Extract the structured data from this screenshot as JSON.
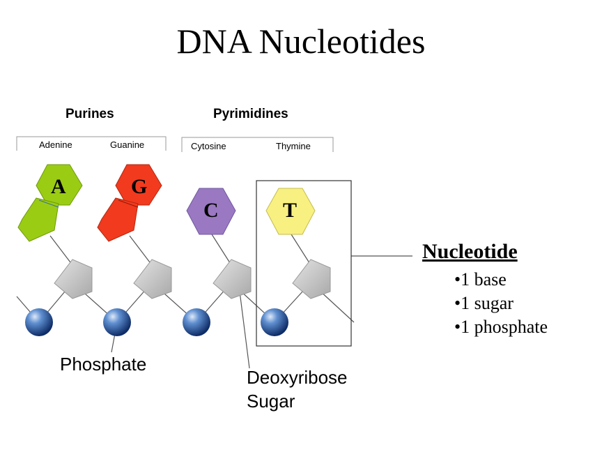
{
  "title": "DNA Nucleotides",
  "groups": [
    {
      "label": "Purines",
      "bases": [
        "Adenine",
        "Guanine"
      ]
    },
    {
      "label": "Pyrimidines",
      "bases": [
        "Cytosine",
        "Thymine"
      ]
    }
  ],
  "bases": [
    {
      "letter": "A",
      "color": "#9acc14"
    },
    {
      "letter": "G",
      "color": "#f23a1e"
    },
    {
      "letter": "C",
      "color": "#9a78c2"
    },
    {
      "letter": "T",
      "color": "#f8f080"
    }
  ],
  "sugar_color": "#c4c4c4",
  "phosphate_color": "#2a5aa0",
  "labels": {
    "phosphate": "Phosphate",
    "sugar_line1": "Deoxyribose",
    "sugar_line2": "Sugar"
  },
  "nucleotide": {
    "heading": "Nucleotide",
    "items": [
      "•1 base",
      "•1 sugar",
      "•1 phosphate"
    ]
  }
}
